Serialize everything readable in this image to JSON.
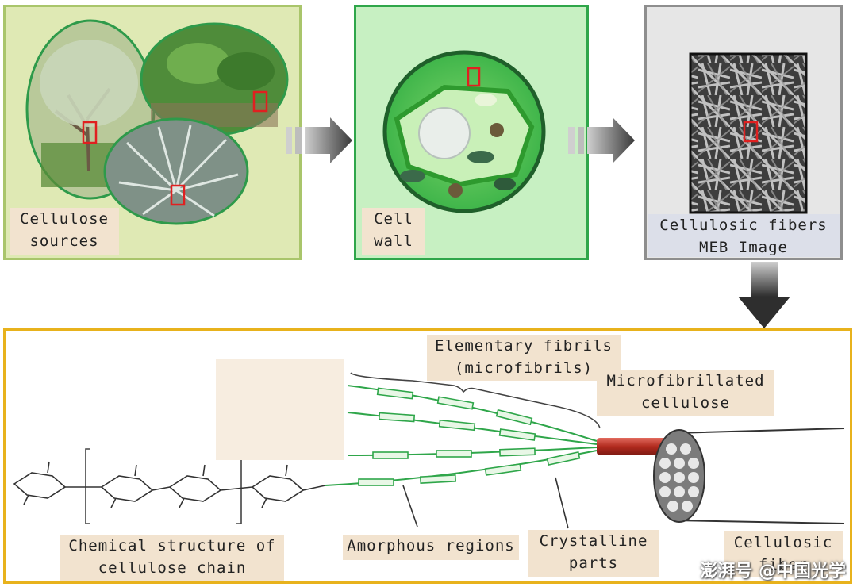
{
  "panels": {
    "sources": {
      "label": "Cellulose\nsources"
    },
    "cell_wall": {
      "label": "Cell\nwall"
    },
    "fibers": {
      "label": "Cellulosic fibers\nMEB Image"
    }
  },
  "structure": {
    "elementary_fibrils": "Elementary fibrils\n(microfibrils)",
    "microfibrillated": "Microfibrillated\ncellulose",
    "chemical": "Chemical structure of\ncellulose chain",
    "amorphous": "Amorphous regions",
    "crystalline": "Crystalline\nparts",
    "cellulosic_fiber": "Cellulosic\nfiber"
  },
  "watermark": "澎湃号 @中国光学",
  "colors": {
    "sources_panel_bg": "#dfe9b4",
    "sources_panel_border": "#a9c56b",
    "cell_panel_bg": "#c7f0c2",
    "cell_panel_border": "#2fa64a",
    "sem_panel_bg": "#e6e6e6",
    "sem_panel_border": "#8e8e8e",
    "bottom_panel_border": "#e8b21c",
    "label_bg": "#f2e3cf",
    "fibril_green": "#2fa64a",
    "mfc_red": "#c0392b",
    "marker_red": "#e02020"
  }
}
